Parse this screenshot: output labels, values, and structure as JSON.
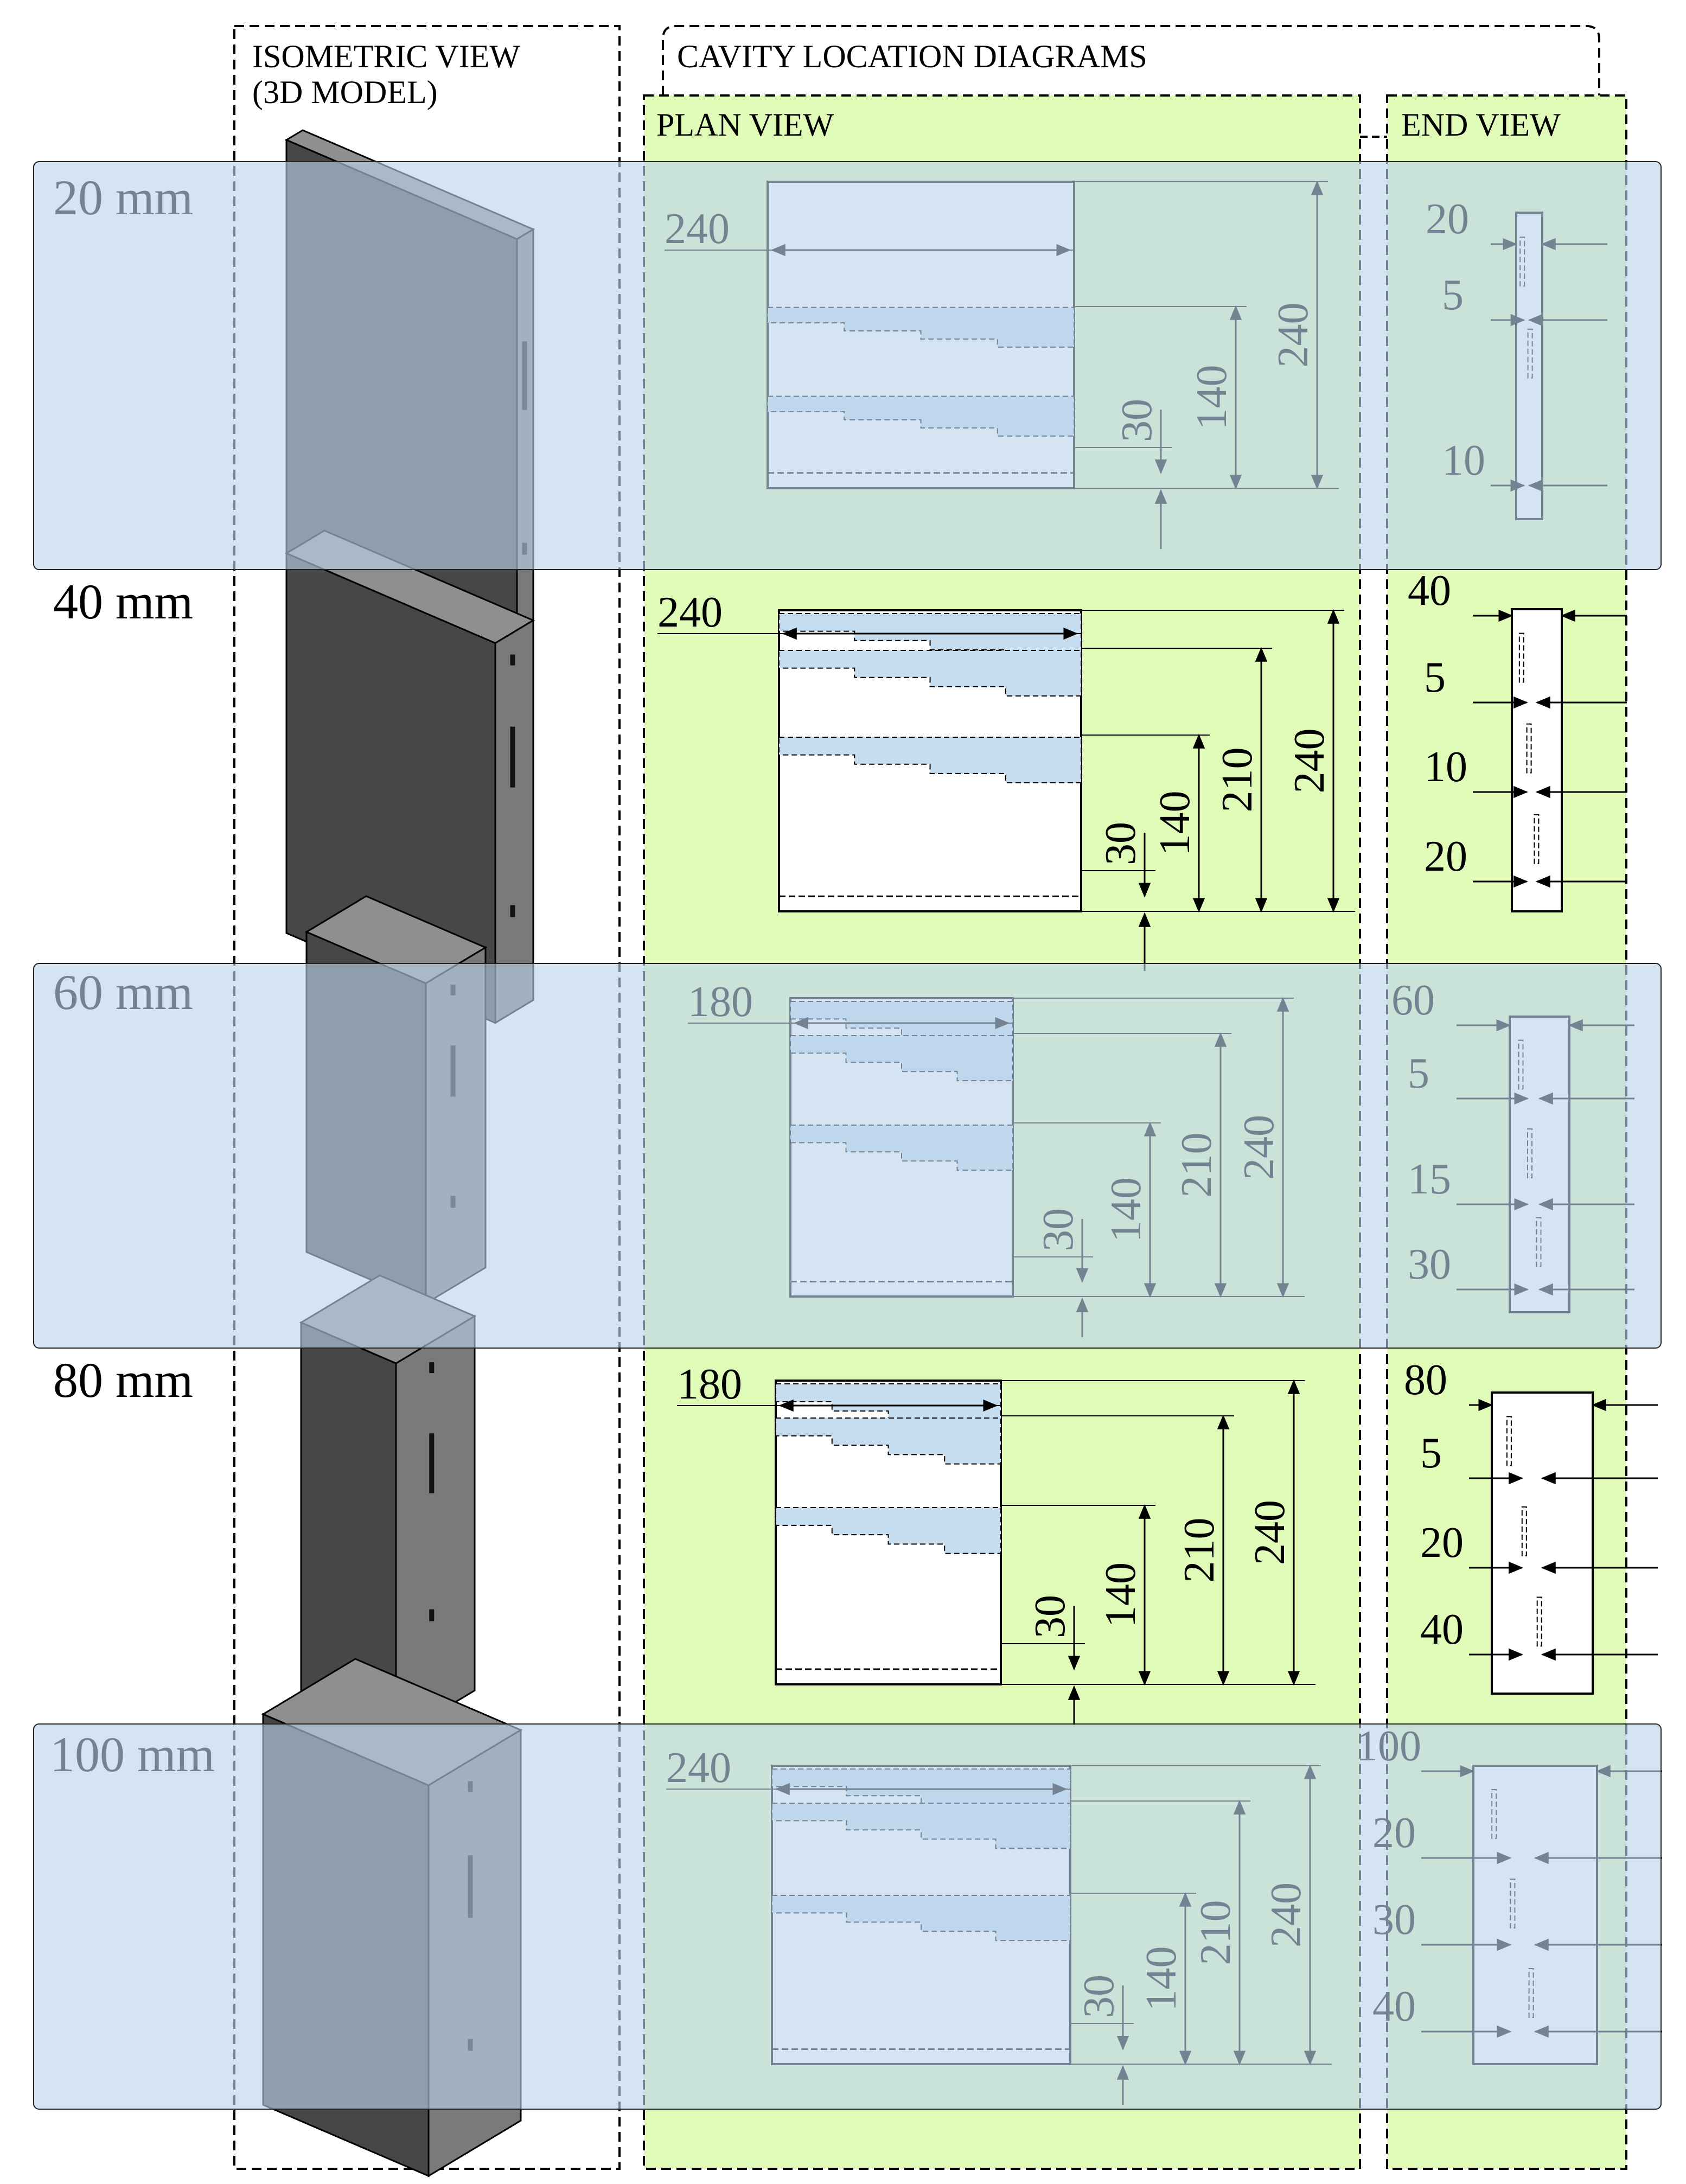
{
  "headers": {
    "isometric": [
      "ISOMETRIC VIEW",
      "(3D MODEL)"
    ],
    "cavity": "CAVITY LOCATION DIAGRAMS",
    "plan": "PLAN VIEW",
    "end": "END VIEW"
  },
  "rows": [
    {
      "thickness_label": "20 mm",
      "plan": {
        "width_label": "240",
        "dims": [
          "30",
          "140",
          "240"
        ]
      },
      "end": {
        "dims": [
          "20",
          "5",
          "10"
        ]
      }
    },
    {
      "thickness_label": "40 mm",
      "plan": {
        "width_label": "240",
        "dims": [
          "30",
          "140",
          "210",
          "240"
        ]
      },
      "end": {
        "dims": [
          "40",
          "5",
          "10",
          "20"
        ]
      }
    },
    {
      "thickness_label": "60 mm",
      "plan": {
        "width_label": "180",
        "dims": [
          "30",
          "140",
          "210",
          "240"
        ]
      },
      "end": {
        "dims": [
          "60",
          "5",
          "15",
          "30"
        ]
      }
    },
    {
      "thickness_label": "80 mm",
      "plan": {
        "width_label": "180",
        "dims": [
          "30",
          "140",
          "210",
          "240"
        ]
      },
      "end": {
        "dims": [
          "80",
          "5",
          "20",
          "40"
        ]
      }
    },
    {
      "thickness_label": "100 mm",
      "plan": {
        "width_label": "240",
        "dims": [
          "30",
          "140",
          "210",
          "240"
        ]
      },
      "end": {
        "dims": [
          "100",
          "20",
          "30",
          "40"
        ]
      }
    }
  ],
  "colors": {
    "row_band": "#bcd4ec",
    "plan_panel": "#e0fbb8",
    "cavity_fill": "#c6dcef",
    "box_front": "#474747",
    "box_top": "#8f8f8f",
    "box_side": "#7a7a7a"
  }
}
